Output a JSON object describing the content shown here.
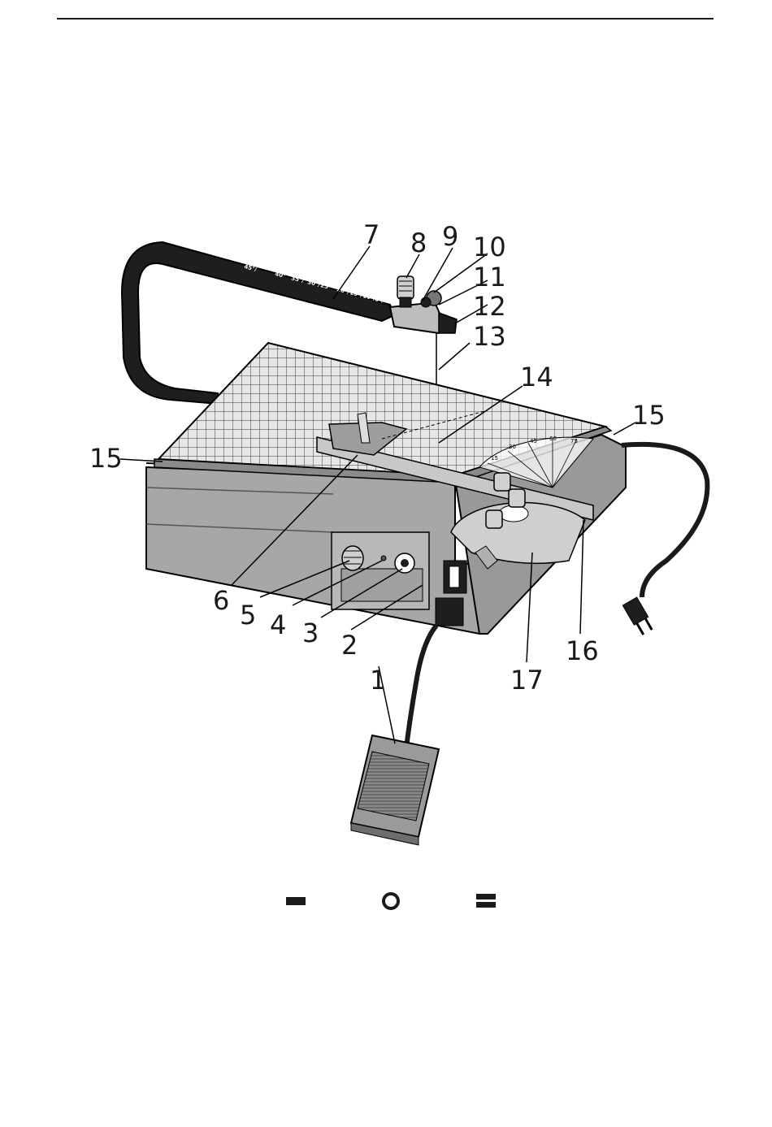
{
  "diagram": {
    "callouts": [
      "1",
      "2",
      "3",
      "4",
      "5",
      "6",
      "7",
      "8",
      "9",
      "10",
      "11",
      "12",
      "13",
      "14",
      "15",
      "16",
      "17"
    ],
    "arm_scale": [
      "45°/",
      "40°",
      "35°/",
      "30°/",
      "25°",
      "20°/",
      "15°/",
      "10°/",
      "5°/"
    ],
    "protractor_scale": [
      "15",
      "30",
      "45",
      "60",
      "75"
    ]
  },
  "symbols": [
    {
      "name": "minus-symbol"
    },
    {
      "name": "circle-symbol"
    },
    {
      "name": "equals-symbol"
    }
  ]
}
